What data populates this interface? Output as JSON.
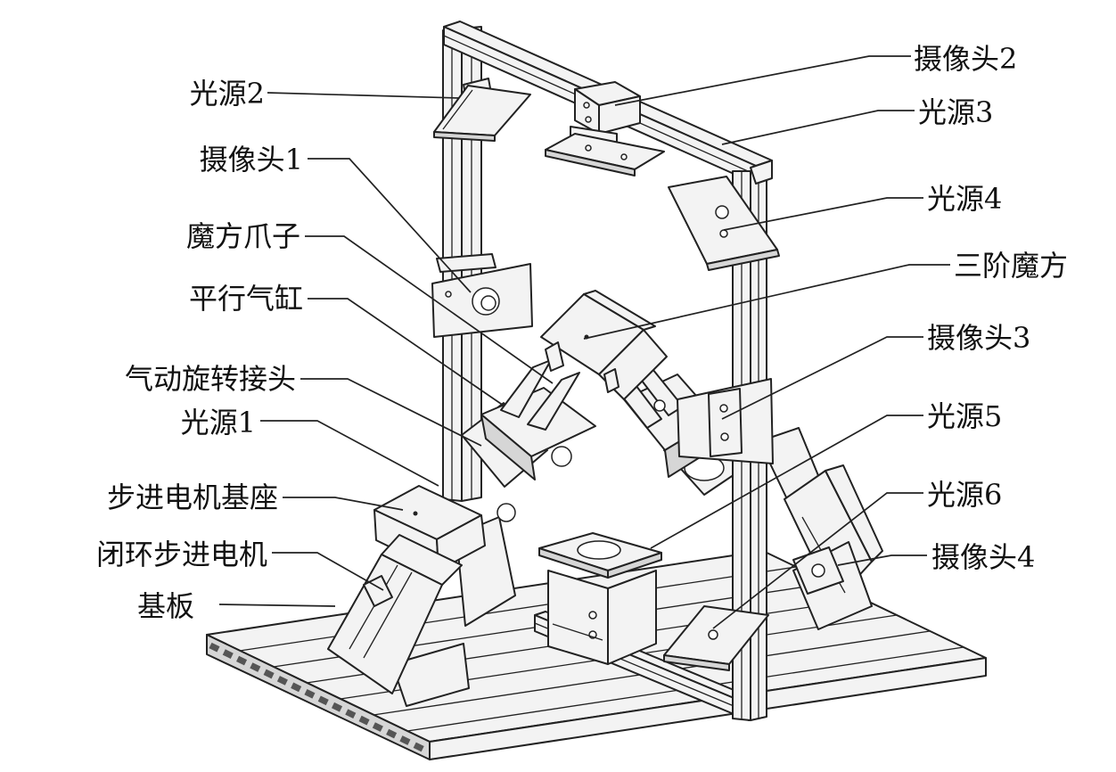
{
  "labels": {
    "light_2": "光源2",
    "camera_1": "摄像头1",
    "cube_gripper": "魔方爪子",
    "parallel_cylinder": "平行气缸",
    "rotary_joint": "气动旋转接头",
    "light_1": "光源1",
    "motor_base": "步进电机基座",
    "stepper_motor": "闭环步进电机",
    "base_plate": "基板",
    "camera_2": "摄像头2",
    "light_3": "光源3",
    "light_4": "光源4",
    "rubiks_cube": "三阶魔方",
    "camera_3": "摄像头3",
    "light_5": "光源5",
    "light_6": "光源6",
    "camera_4": "摄像头4"
  },
  "colors": {
    "line": "#222222",
    "fill": "#f3f3f3",
    "shade": "#d6d6d6",
    "background": "#ffffff"
  }
}
